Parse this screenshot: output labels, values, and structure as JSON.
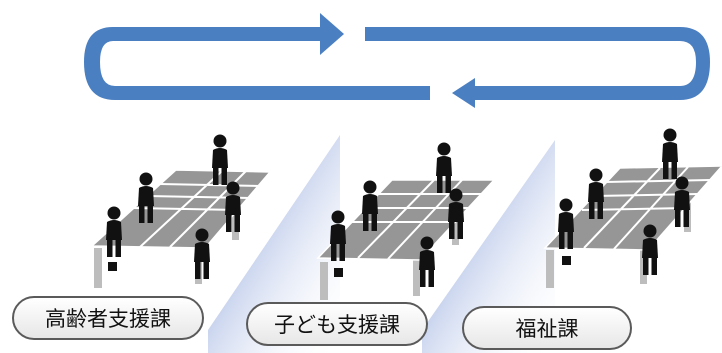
{
  "departments": [
    {
      "label": "高齢者支援課"
    },
    {
      "label": "子ども支援課"
    },
    {
      "label": "福祉課"
    }
  ],
  "colors": {
    "flow_arrow": "#4a7fc1",
    "divider_panel": "#aebfe6",
    "table_top": "#969696",
    "person": "#111111",
    "label_border": "#5a5a5a"
  },
  "icons": [
    "circular-flow-arrow",
    "divider-panel",
    "meeting-table",
    "person-icon"
  ]
}
